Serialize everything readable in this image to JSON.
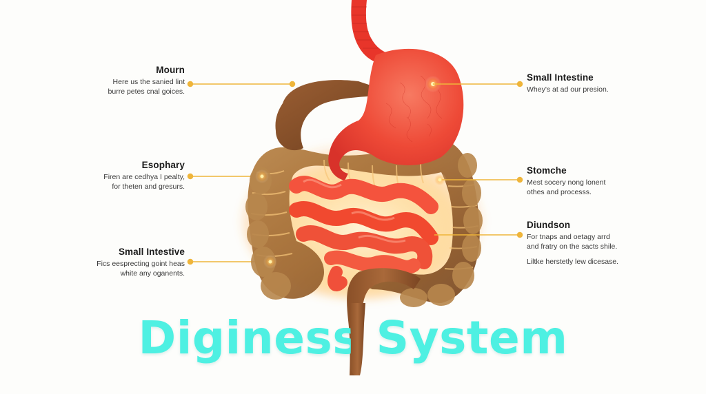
{
  "diagram": {
    "title": "Diginess System",
    "colors": {
      "background": "#fdfdfb",
      "title": "#4ef0e2",
      "leader_line": "#efb53a",
      "stomach": "#f0523e",
      "small_intestine": "#f4533d",
      "colon": "#a8753e",
      "esophagus": "#e8352a"
    },
    "labels_left": [
      {
        "title": "Mourn",
        "desc_line1": "Here us the sanied lint",
        "desc_line2": "burre petes cnal goices."
      },
      {
        "title": "Esophary",
        "desc_line1": "Firen are cedhya I pealty,",
        "desc_line2": "for theten and gresurs."
      },
      {
        "title": "Small Intestive",
        "desc_line1": "Fics eesprecting goint heas",
        "desc_line2": "white any oganents."
      }
    ],
    "labels_right": [
      {
        "title": "Small Intestine",
        "desc_line1": "Whey's at ad our presion."
      },
      {
        "title": "Stomche",
        "desc_line1": "Mest socery nong lonent",
        "desc_line2": "othes and processs."
      },
      {
        "title": "Diundson",
        "desc_line1": "For tnaps and oetagy arrd",
        "desc_line2": "and fratry on the sacts shile.",
        "desc_extra": "Liltke herstetly lew dicesase."
      }
    ]
  }
}
